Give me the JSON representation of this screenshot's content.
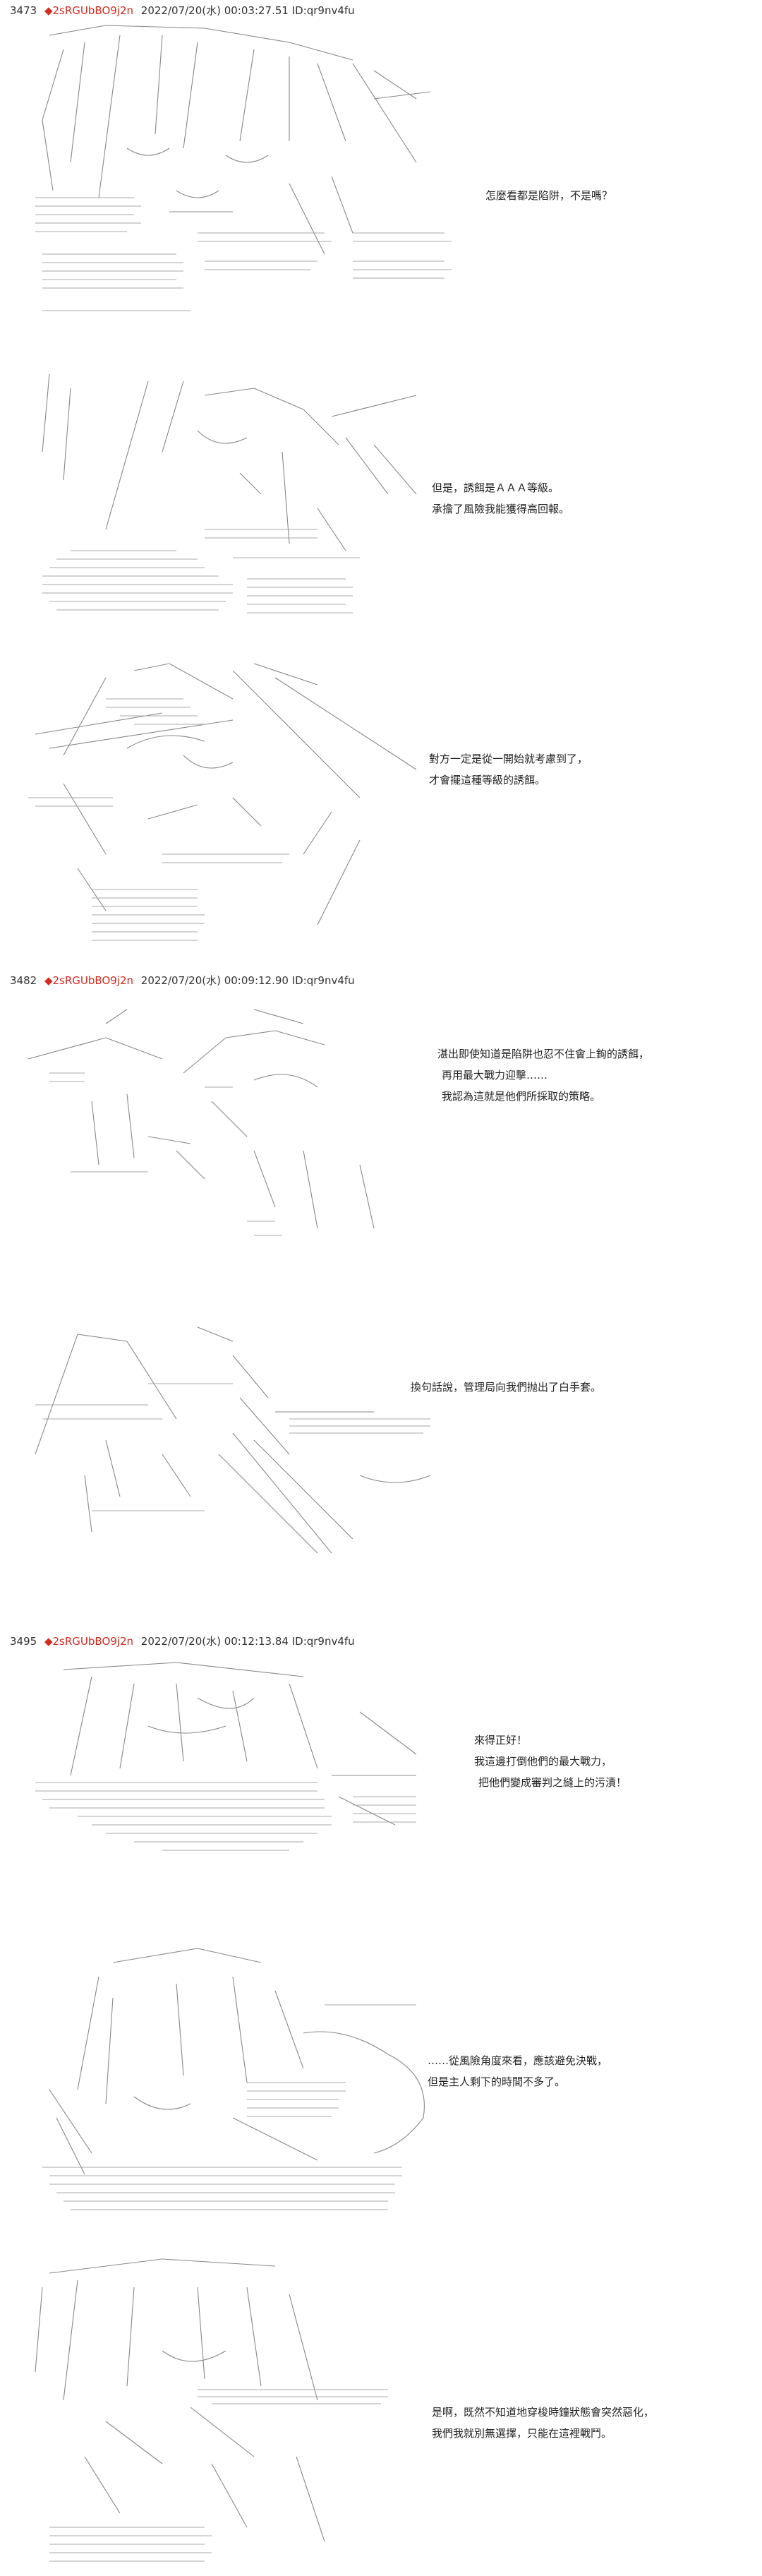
{
  "posts": [
    {
      "number": "3473",
      "marker": "◆",
      "user": "2sRGUbBO9j2n",
      "meta": "2022/07/20(水) 00:03:27.51 ID:qr9nv4fu",
      "panels": [
        {
          "lines": [
            "怎麼看都是陷阱，不是嗎？"
          ]
        },
        {
          "lines": [
            "但是，誘餌是ＡＡＡ等級。",
            "承擔了風險我能獲得高回報。"
          ]
        },
        {
          "lines": [
            "對方一定是從一開始就考慮到了，",
            "才會擺這種等級的誘餌。"
          ]
        }
      ]
    },
    {
      "number": "3482",
      "marker": "◆",
      "user": "2sRGUbBO9j2n",
      "meta": "2022/07/20(水) 00:09:12.90 ID:qr9nv4fu",
      "panels": [
        {
          "lines": [
            "湛出即使知道是陷阱也忍不住會上鉤的誘餌，",
            "再用最大戰力迎擊……",
            "我認為這就是他們所採取的策略。"
          ]
        },
        {
          "lines": [
            "換句話說，管理局向我們抛出了白手套。"
          ]
        }
      ]
    },
    {
      "number": "3495",
      "marker": "◆",
      "user": "2sRGUbBO9j2n",
      "meta": "2022/07/20(水) 00:12:13.84 ID:qr9nv4fu",
      "panels": [
        {
          "lines": [
            "來得正好！",
            "我這邊打倒他們的最大戰力，",
            "把他們變成審判之縫上的污漬！"
          ]
        },
        {
          "lines": [
            "……從風險角度來看，應該避免決戰，",
            "但是主人剩下的時間不多了。"
          ]
        },
        {
          "lines": [
            "是啊，既然不知道地穿梭時鐘狀態會突然惡化，",
            "我們我就別無選擇，只能在這裡戰鬥。"
          ]
        }
      ]
    }
  ]
}
